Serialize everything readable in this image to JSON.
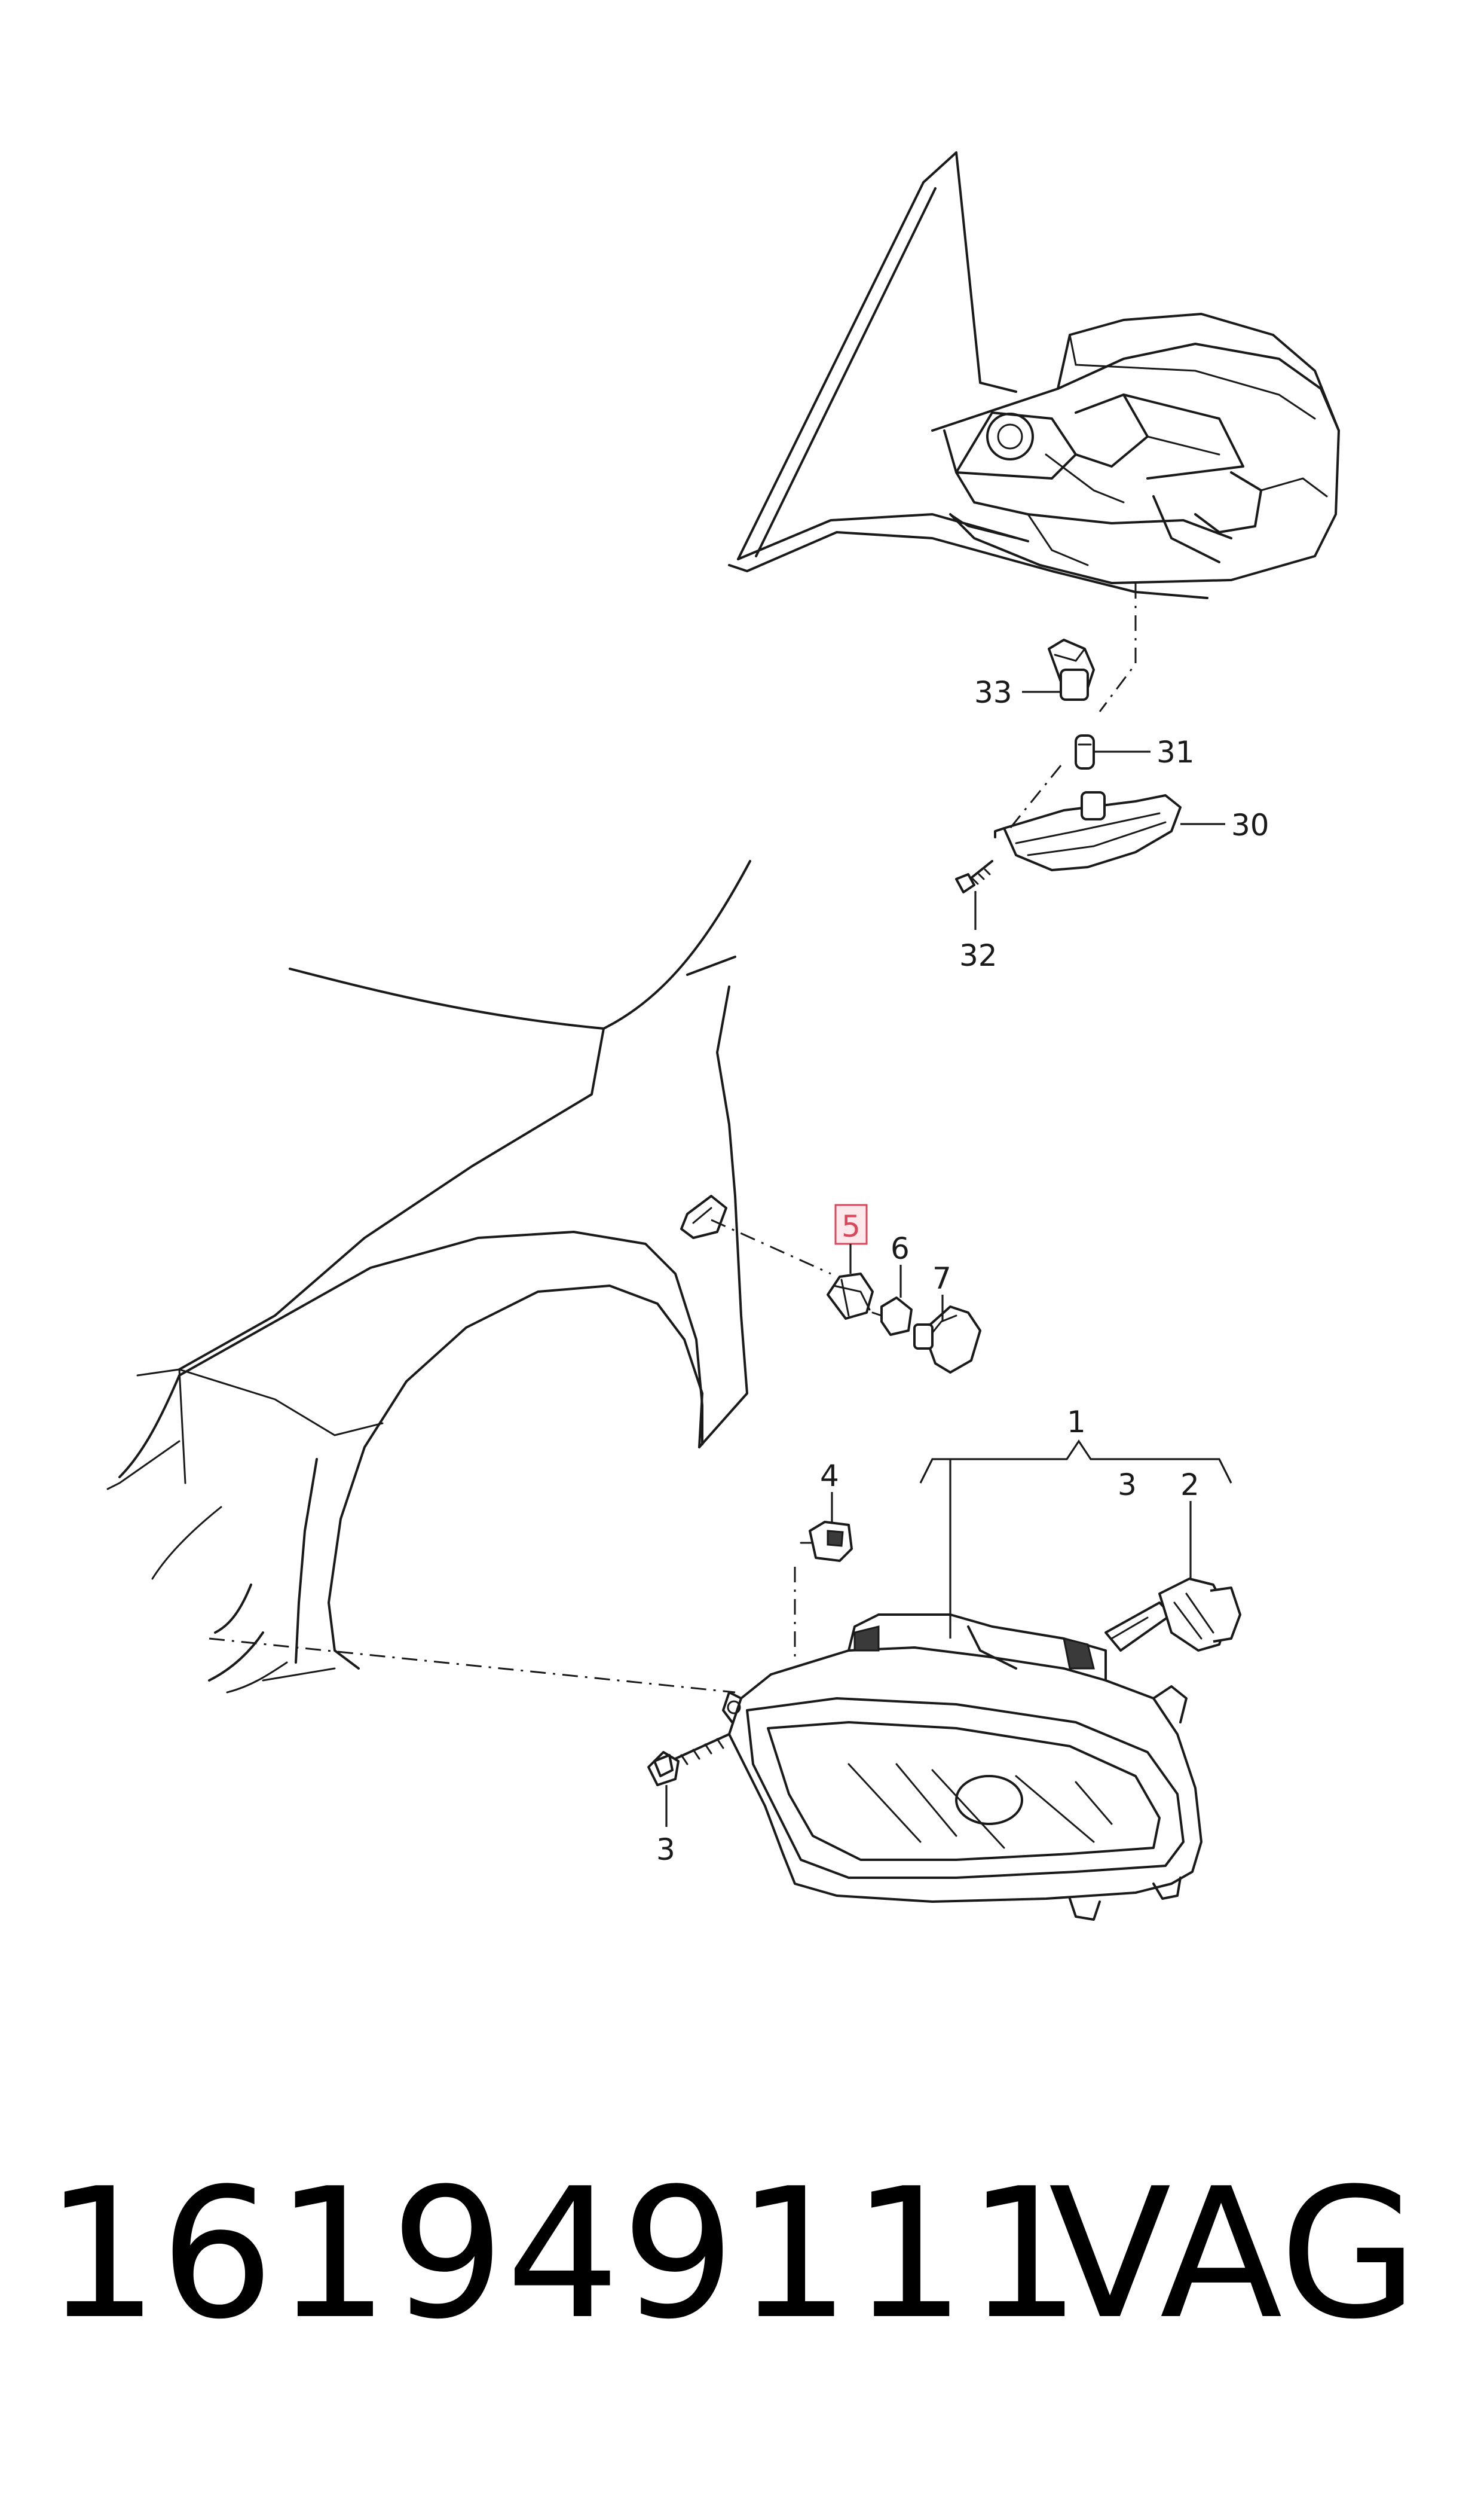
{
  "callouts": {
    "c1": "1",
    "c2": "2",
    "c3_a": "3",
    "c3_b": "3",
    "c4": "4",
    "c5": "5",
    "c6": "6",
    "c7": "7",
    "c30": "30",
    "c31": "31",
    "c32": "32",
    "c33": "33"
  },
  "highlighted_callout": "5",
  "highlight_color": "#d9475d",
  "footer": {
    "part_number": "161949111",
    "brand": "VAG"
  }
}
